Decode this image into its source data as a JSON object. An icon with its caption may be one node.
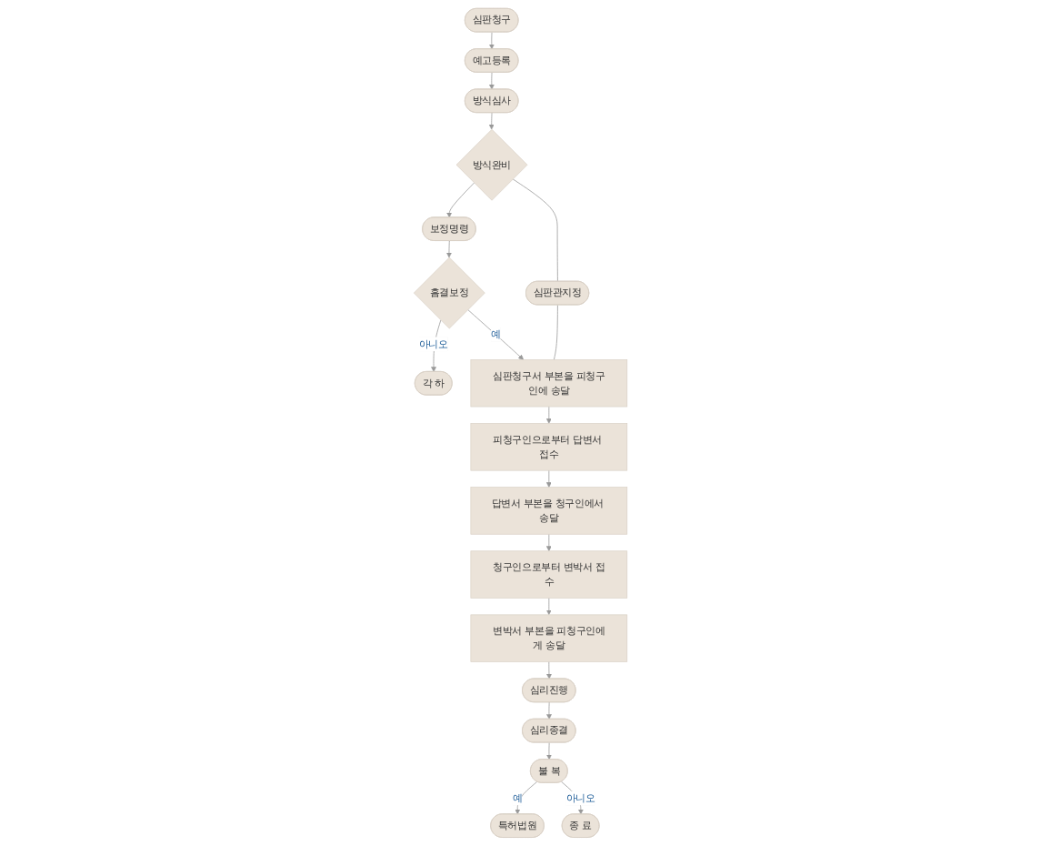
{
  "diagram": {
    "nodes": [
      {
        "text": [
          "심판청구"
        ]
      },
      {
        "text": [
          "예고등록"
        ]
      },
      {
        "text": [
          "방식심사"
        ]
      },
      {
        "text": [
          "방식완비"
        ]
      },
      {
        "text": [
          "심판관지정"
        ]
      },
      {
        "text": [
          "보정명령"
        ]
      },
      {
        "text": [
          "흠결보정"
        ]
      },
      {
        "text": [
          "각 하"
        ]
      },
      {
        "text": [
          "심판청구서 부본을 피청구인에 송달"
        ]
      },
      {
        "text": [
          "피청구인으로부터 답변서 접수"
        ]
      },
      {
        "text": [
          "답변서 부본을 청구인에서 송달"
        ]
      },
      {
        "text": [
          "청구인으로부터 변박서 접수"
        ]
      },
      {
        "text": [
          "변박서 부본을 피청구인에게 송달"
        ]
      },
      {
        "text": [
          "심리진행"
        ]
      },
      {
        "text": [
          "심리종결"
        ]
      },
      {
        "text": [
          "불 복"
        ]
      },
      {
        "text": [
          "특허법원"
        ]
      },
      {
        "text": [
          "종 료"
        ]
      }
    ],
    "edges": [
      {
        "from": 0,
        "to": 1,
        "arrow": "to"
      },
      {
        "from": 1,
        "to": 2,
        "arrow": "to"
      },
      {
        "from": 2,
        "to": 3,
        "arrow": "to"
      },
      {
        "from": 3,
        "to": 4,
        "arrow": "none"
      },
      {
        "from": 3,
        "to": 5,
        "arrow": "to"
      },
      {
        "from": 5,
        "to": 6,
        "arrow": "to"
      },
      {
        "from": 6,
        "to": 8,
        "arrow": "to",
        "label": "예"
      },
      {
        "from": 6,
        "to": 7,
        "arrow": "to",
        "label": "아니오"
      },
      {
        "from": 4,
        "to": 8,
        "arrow": "none"
      },
      {
        "from": 8,
        "to": 9,
        "arrow": "to"
      },
      {
        "from": 9,
        "to": 10,
        "arrow": "to"
      },
      {
        "from": 10,
        "to": 11,
        "arrow": "to"
      },
      {
        "from": 11,
        "to": 12,
        "arrow": "to"
      },
      {
        "from": 12,
        "to": 13,
        "arrow": "to"
      },
      {
        "from": 13,
        "to": 14,
        "arrow": "to"
      },
      {
        "from": 14,
        "to": 15,
        "arrow": "to"
      },
      {
        "from": 15,
        "to": 16,
        "arrow": "to",
        "label": "예"
      },
      {
        "from": 15,
        "to": 17,
        "arrow": "to",
        "label": "아니오"
      }
    ]
  }
}
